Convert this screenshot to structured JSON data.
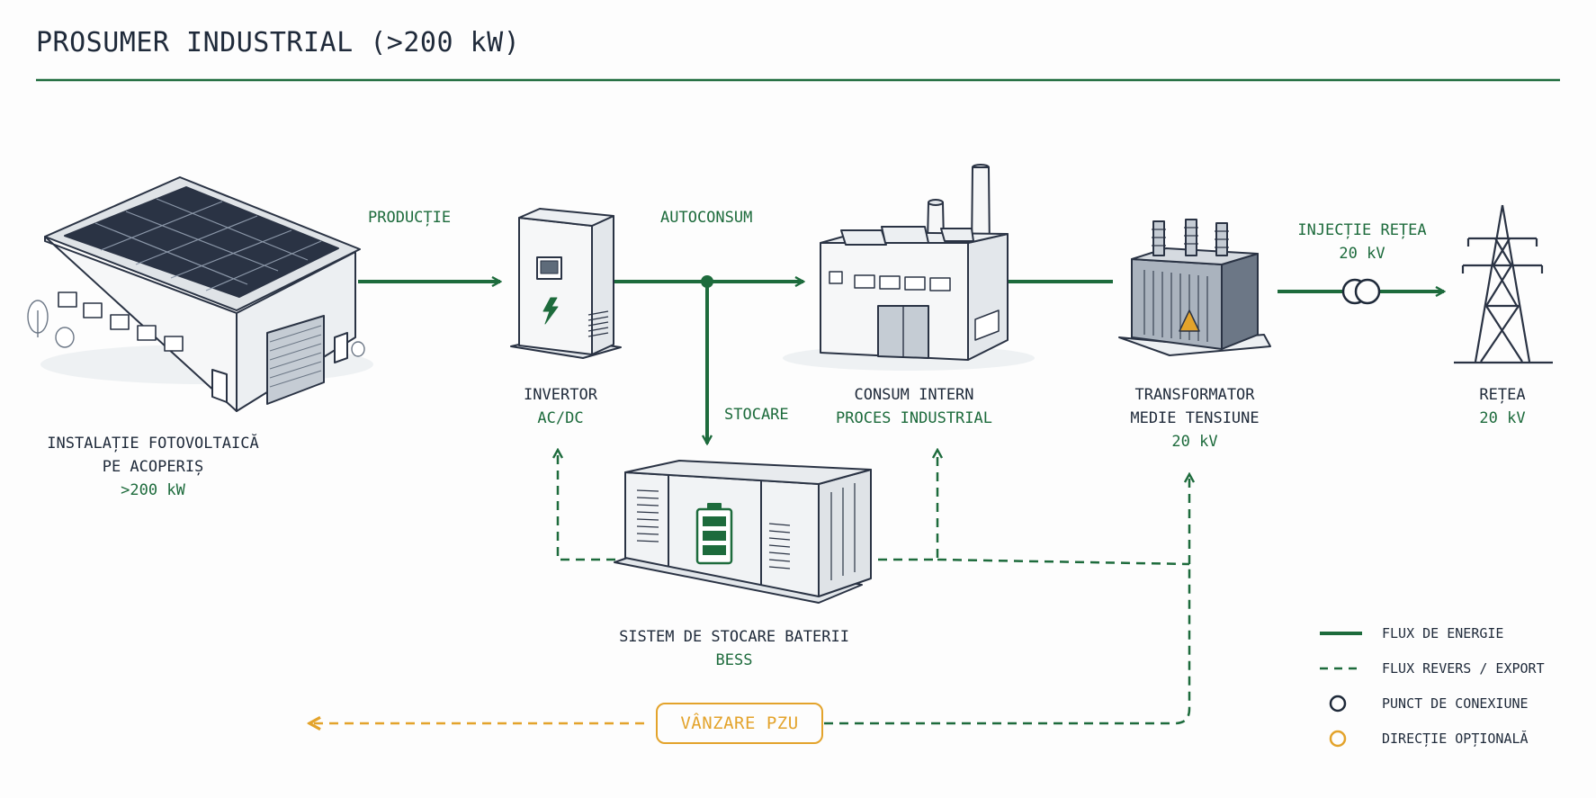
{
  "title": "PROSUMER INDUSTRIAL (>200 kW)",
  "colors": {
    "energy": "#1d6b3c",
    "dark": "#1f2a3a",
    "optional": "#e3a32b",
    "line": "#2a3344"
  },
  "nodes": {
    "pv": {
      "line1": "INSTALAȚIE FOTOVOLTAICĂ",
      "line2": "PE ACOPERIȘ",
      "value": ">200 kW",
      "icon": "solar-building-icon"
    },
    "inverter": {
      "name": "INVERTOR",
      "sub": "AC/DC",
      "icon": "inverter-cabinet-icon"
    },
    "consumption": {
      "name": "CONSUM INTERN",
      "sub": "PROCES INDUSTRIAL",
      "icon": "factory-icon"
    },
    "transformer": {
      "line1": "TRANSFORMATOR",
      "line2": "MEDIE TENSIUNE",
      "value": "20 kV",
      "icon": "transformer-icon"
    },
    "grid": {
      "name": "REȚEA",
      "value": "20 kV",
      "icon": "power-pylon-icon"
    },
    "bess": {
      "name": "SISTEM DE STOCARE BATERII",
      "sub": "BESS",
      "icon": "battery-container-icon"
    }
  },
  "flows": {
    "production": "PRODUCȚIE",
    "selfconsumption": "AUTOCONSUM",
    "storage": "STOCARE",
    "injection_line1": "INJECȚIE REȚEA",
    "injection_line2": "20 kV"
  },
  "sale": {
    "label": "VÂNZARE PZU"
  },
  "legend": [
    {
      "label": "FLUX DE ENERGIE",
      "symbol": "solid-line"
    },
    {
      "label": "FLUX REVERS / EXPORT",
      "symbol": "dashed-line"
    },
    {
      "label": "PUNCT DE CONEXIUNE",
      "symbol": "dark-circle"
    },
    {
      "label": "DIRECȚIE OPȚIONALĂ",
      "symbol": "orange-circle"
    }
  ]
}
